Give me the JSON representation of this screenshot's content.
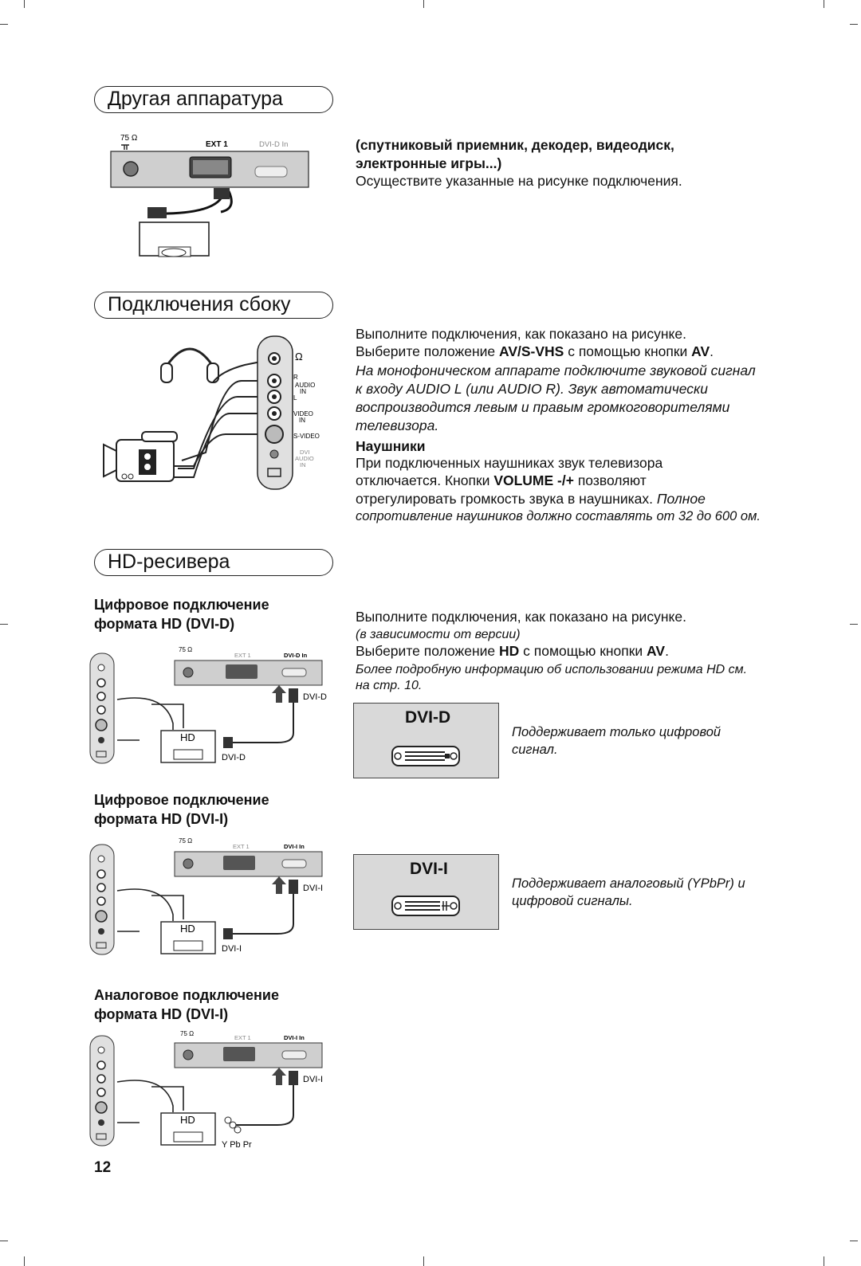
{
  "section_other": {
    "title": "Другая аппаратура",
    "subtitle_line1": "(спутниковый приемник, декодер, видеодиск,",
    "subtitle_line2": "электронные игры...)",
    "text": "Осуществите указанные на рисунке подключения.",
    "diagram": {
      "ohm": "75 Ω",
      "ext1": "EXT 1",
      "dvid_in": "DVI-D In"
    }
  },
  "section_side": {
    "title": "Подключения сбоку",
    "line1": "Выполните подключения, как показано на рисунке.",
    "line2_pre": "Выберите положение ",
    "line2_b1": "AV/S-VHS",
    "line2_mid": " с помощью кнопки ",
    "line2_b2": "AV",
    "line2_end": ".",
    "italic1": "На монофоническом аппарате подключите звуковой сигнал",
    "italic2": "к входу AUDIO L (или AUDIO R). Звук автоматически",
    "italic3": "воспроизводится левым и правым громкоговорителями",
    "italic4": "телевизора.",
    "headphones_title": "Наушники",
    "hp1": "При подключенных наушниках звук телевизора",
    "hp2_pre": "отключается. Кнопки ",
    "hp2_b": "VOLUME -/+",
    "hp2_end": " позволяют",
    "hp3": "отрегулировать громкость звука в наушниках. ",
    "hp3_it": "Полное",
    "hp4": "сопротивление наушников должно составлять от 32 до 600 ом.",
    "panel": {
      "r": "R",
      "audio": "AUDIO",
      "in": "IN",
      "l": "L",
      "video": "VIDEO",
      "svideo": "S-VIDEO",
      "dvi": "DVI",
      "dvi_audio": "AUDIO",
      "dvi_in": "IN"
    }
  },
  "section_hd": {
    "title": "HD-ресивера",
    "sub1_l1": "Цифровое подключение",
    "sub1_l2": "формата HD (DVI-D)",
    "sub2_l1": "Цифровое подключение",
    "sub2_l2": "формата HD (DVI-I)",
    "sub3_l1": "Аналоговое подключение",
    "sub3_l2": "формата HD (DVI-I)",
    "line1": "Выполните подключения, как показано на рисунке.",
    "line2": "(в зависимости от версии)",
    "line3_pre": "Выберите положение ",
    "line3_b1": "HD",
    "line3_mid": " с помощью кнопки ",
    "line3_b2": "AV",
    "line3_end": ".",
    "line4": "Более подробную информацию об использовании режима HD см.",
    "line5": "на стр. 10.",
    "box_dvid": {
      "title": "DVI-D",
      "text1": "Поддерживает только цифровой",
      "text2": "сигнал."
    },
    "box_dvii": {
      "title": "DVI-I",
      "text1": "Поддерживает аналоговый (YPbPr) и",
      "text2": "цифровой сигналы."
    },
    "diag1": {
      "ohm": "75 Ω",
      "ext1": "EXT 1",
      "in": "DVI-D In",
      "arrow_label": "DVI-D",
      "hd": "HD",
      "cable": "DVI-D"
    },
    "diag2": {
      "ohm": "75 Ω",
      "ext1": "EXT 1",
      "in": "DVI-I In",
      "arrow_label": "DVI-I",
      "hd": "HD",
      "cable": "DVI-I"
    },
    "diag3": {
      "ohm": "75 Ω",
      "ext1": "EXT 1",
      "in": "DVI-I In",
      "arrow_label": "DVI-I",
      "hd": "HD",
      "cable": "Y Pb Pr"
    }
  },
  "page_number": "12"
}
